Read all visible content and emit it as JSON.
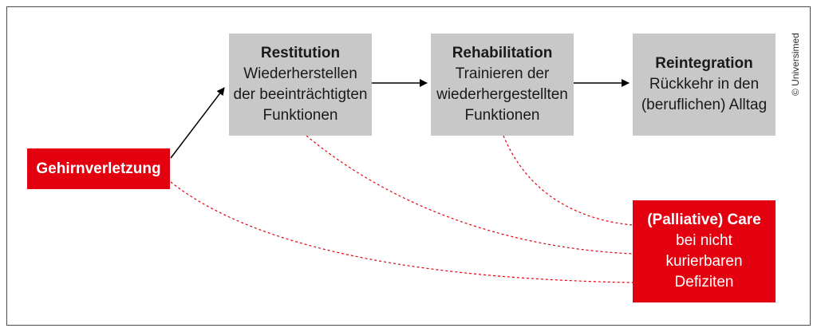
{
  "nodes": {
    "gehirnverletzung": {
      "title": "Gehirnverletzung"
    },
    "restitution": {
      "title": "Restitution",
      "text": "Wiederherstellen\nder beeinträchtigten\nFunktionen"
    },
    "rehabilitation": {
      "title": "Rehabilitation",
      "text": "Trainieren der\nwiederhergestellten\nFunktionen"
    },
    "reintegration": {
      "title": "Reintegration",
      "text": "Rückkehr in den\n(beruflichen) Alltag"
    },
    "care": {
      "title": "(Palliative) Care",
      "text": "bei nicht\nkurierbaren\nDefiziten"
    }
  },
  "copyright": "© Universimed",
  "colors": {
    "gray_box": "#c8c8c8",
    "red_box": "#e3000f",
    "arrow": "#000000",
    "dashed_link": "#e3000f"
  }
}
